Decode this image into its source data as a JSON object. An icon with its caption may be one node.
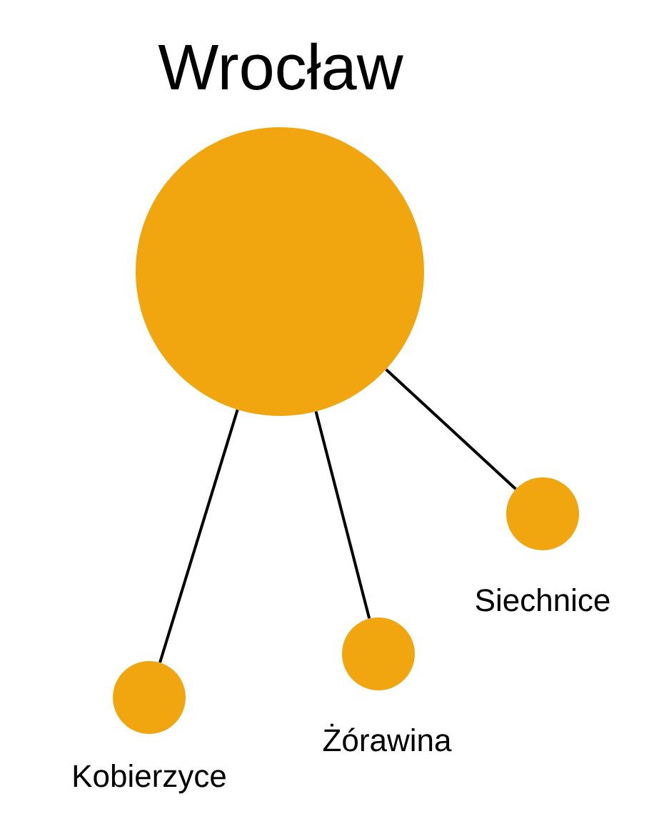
{
  "diagram": {
    "nodes": [
      {
        "text": [
          "Wrocław"
        ]
      },
      {
        "text": [
          "Kobierzyce"
        ]
      },
      {
        "text": [
          "Żórawina"
        ]
      },
      {
        "text": [
          "Siechnice"
        ]
      }
    ],
    "edges": [
      {
        "from": 0,
        "to": 1,
        "arrow": "none"
      },
      {
        "from": 0,
        "to": 2,
        "arrow": "none"
      },
      {
        "from": 0,
        "to": 3,
        "arrow": "none"
      }
    ]
  }
}
